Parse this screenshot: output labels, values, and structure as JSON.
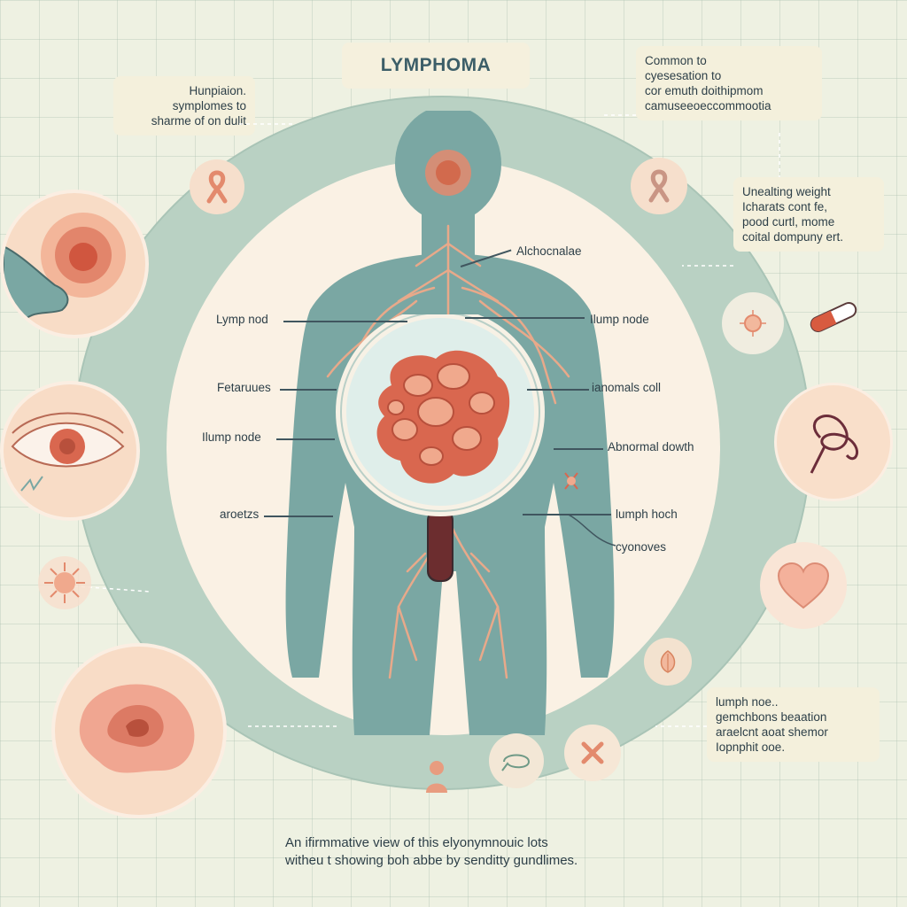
{
  "title": "LYMPHOMA",
  "notes": {
    "top_left": [
      "Hunpiaion.",
      "symplomes to",
      "sharme of on dulit"
    ],
    "top_right": [
      "Common to",
      "cyesesation to",
      "cor emuth doithipmom",
      "camuseeoeccommootia"
    ],
    "right_middle": [
      "Unealting weight",
      "Icharats cont fe,",
      "pood curtl, mome",
      "coital dompuny ert."
    ],
    "bottom_right": [
      "lumph noe..",
      "gemchbons beaation",
      "araelcnt aoat shemor",
      "Iopnphit ooe."
    ]
  },
  "labels": {
    "alchocnalae": "Alchocnalae",
    "lymp_nod": "Lymp nod",
    "ilump_node": "Ilump node",
    "fetaruues": "Fetaruues",
    "ianomals_coll": "ianomals coll",
    "ilump_node_left": "Ilump node",
    "abnormal_dowth": "Abnormal dowth",
    "aroetzs": "aroetzs",
    "lumph_hoch": "lumph hoch",
    "cyonoves": "cyonoves"
  },
  "footer": [
    "An ifirmmative view of this elyonymnouic lots",
    "witheu t showing boh abbe by senditty gundlimes."
  ],
  "colors": {
    "background": "#eef1e2",
    "ring": "#b9d1c3",
    "inner_circle": "#faf1e4",
    "body": "#7aa7a3",
    "vessels": "#e8a98a",
    "tumor": "#d9674f",
    "accent": "#e4896f"
  },
  "icons": [
    "ribbon-icon",
    "ribbon-icon",
    "cell-icon",
    "capsule-icon",
    "lasso-icon",
    "heart-icon",
    "leaf-icon",
    "cross-icon",
    "loop-icon",
    "person-icon",
    "eye-icon",
    "skin-lesion-icon",
    "inflamed-tissue-icon",
    "virus-icon",
    "bacteria-icon"
  ]
}
